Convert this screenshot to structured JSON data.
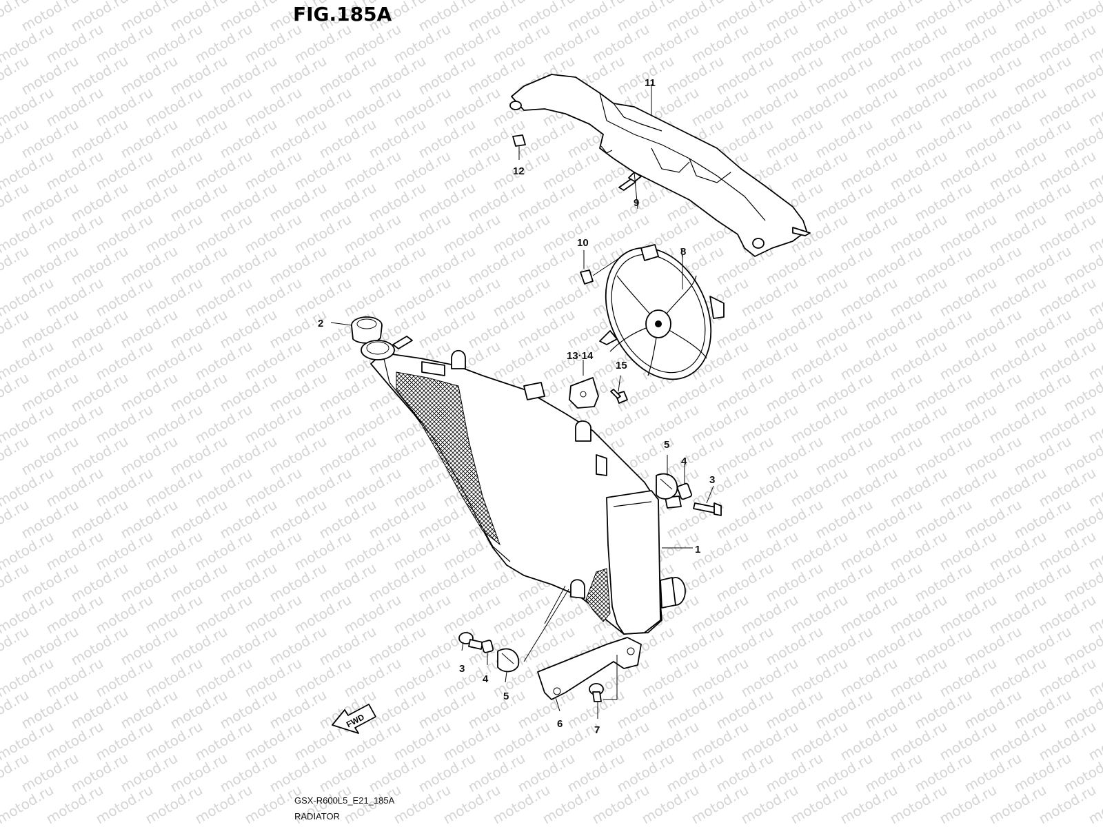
{
  "figure": {
    "title": "FIG.185A",
    "model_code": "GSX-R600L5_E21_185A",
    "section_name": "RADIATOR"
  },
  "watermark_text": "motod.ru",
  "direction_label": "FWD",
  "callouts": {
    "c1": "1",
    "c2": "2",
    "c3a": "3",
    "c3b": "3",
    "c4a": "4",
    "c4b": "4",
    "c5a": "5",
    "c5b": "5",
    "c6": "6",
    "c7": "7",
    "c8": "8",
    "c9": "9",
    "c10": "10",
    "c11": "11",
    "c12": "12",
    "c13_14": "13·14",
    "c15": "15"
  },
  "colors": {
    "ink": "#000000",
    "watermark": "#d4d4d4",
    "background": "#ffffff"
  }
}
